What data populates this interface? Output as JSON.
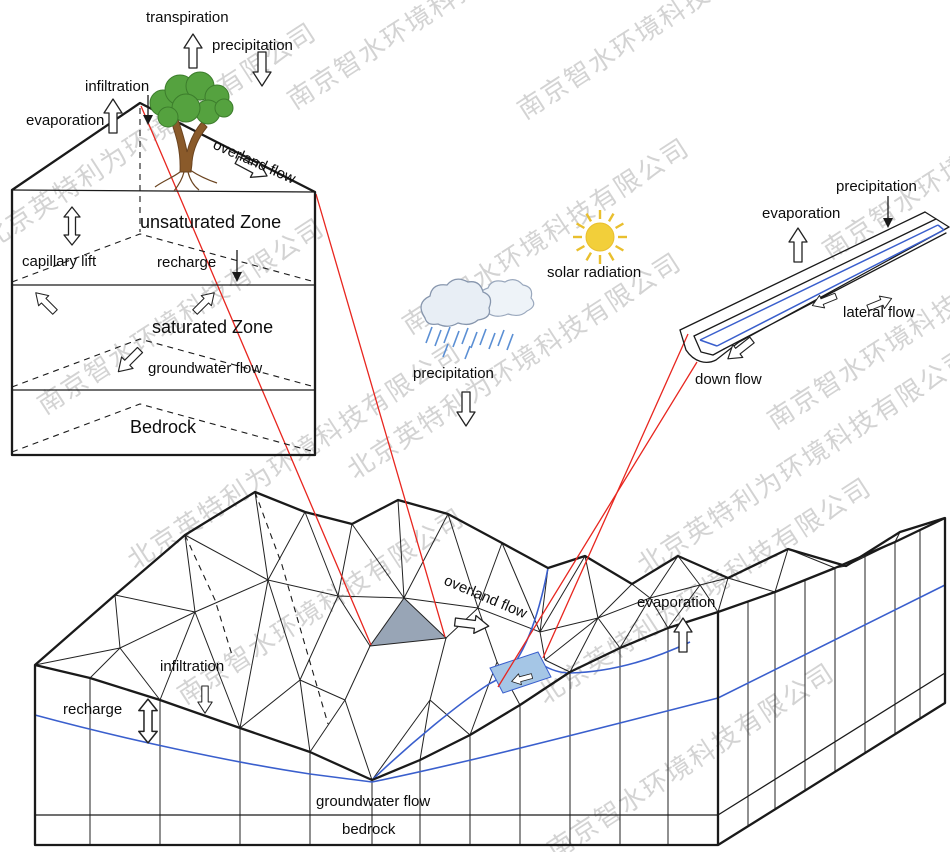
{
  "watermarks": {
    "company_beijing": "北京英特利为环境科技有限公司",
    "company_nanjing": "南京智水环境科技有限公司"
  },
  "soil_column": {
    "transpiration": "transpiration",
    "precipitation": "precipitation",
    "infiltration": "infiltration",
    "evaporation": "evaporation",
    "overland_flow": "overland flow",
    "unsaturated_zone": "unsaturated Zone",
    "capillary_lift": "capillary lift",
    "recharge": "recharge",
    "saturated_zone": "saturated Zone",
    "groundwater_flow": "groundwater flow",
    "bedrock": "Bedrock"
  },
  "atmosphere": {
    "precipitation": "precipitation",
    "solar_radiation": "solar radiation"
  },
  "channel_detail": {
    "precipitation": "precipitation",
    "evaporation": "evaporation",
    "lateral_flow": "lateral flow",
    "down_flow": "down flow"
  },
  "watershed": {
    "overland_flow": "overland flow",
    "evaporation": "evaporation",
    "infiltration": "infiltration",
    "recharge": "recharge",
    "groundwater_flow": "groundwater flow",
    "bedrock": "bedrock"
  },
  "colors": {
    "leader_red": "#e8261f",
    "water_blue": "#3a5fcd",
    "reach_fill": "#a5c6e6",
    "element_fill": "#98a5b6",
    "sun_yellow": "#f2cf3a",
    "sun_ray": "#e9bf2e",
    "cloud_fill": "#e8eef5",
    "cloud_stroke": "#8796ad",
    "rain_blue": "#5b8fd4",
    "tree_green": "#55a23f",
    "trunk_brown": "#8a5a2a",
    "watermark_gray": "#c9c9c9"
  }
}
